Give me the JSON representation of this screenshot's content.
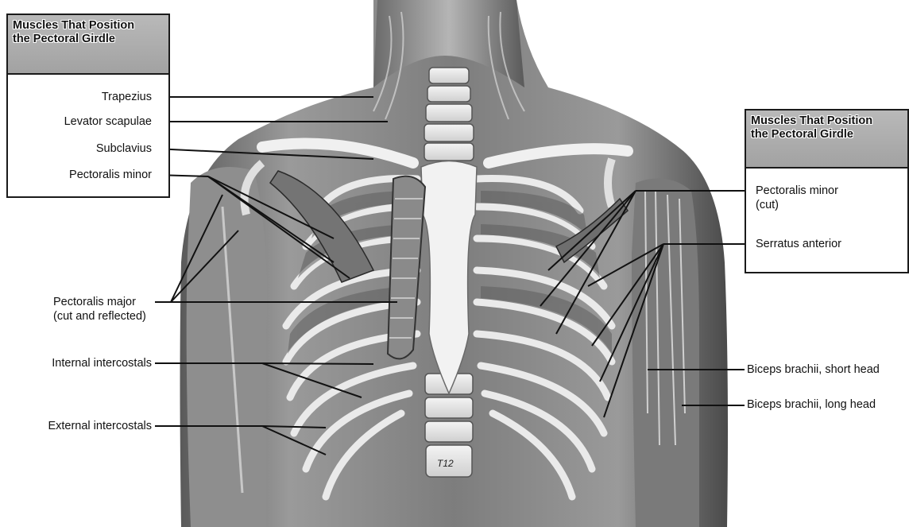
{
  "panels": {
    "left": {
      "title_line1": "Muscles That Position",
      "title_line2": "the Pectoral Girdle"
    },
    "right": {
      "title_line1": "Muscles That Position",
      "title_line2": "the Pectoral Girdle"
    }
  },
  "labels": {
    "trapezius": "Trapezius",
    "levator_scapulae": "Levator scapulae",
    "subclavius": "Subclavius",
    "pectoralis_minor_left": "Pectoralis minor",
    "pectoralis_major_line1": "Pectoralis major",
    "pectoralis_major_line2": "(cut and reflected)",
    "internal_intercostals": "Internal intercostals",
    "external_intercostals": "External intercostals",
    "pectoralis_minor_cut_line1": "Pectoralis minor",
    "pectoralis_minor_cut_line2": "(cut)",
    "serratus_anterior": "Serratus anterior",
    "biceps_short": "Biceps brachii, short head",
    "biceps_long": "Biceps brachii, long head"
  },
  "vertebra_label": "T12",
  "colors": {
    "background": "#ffffff",
    "panel_header": "#aaaaaa",
    "panel_border": "#1a1a1a",
    "skin": "#8c8c8c",
    "bone": "#e6e6e6",
    "muscle": "#6e6e6e",
    "leader_line": "#111111"
  }
}
